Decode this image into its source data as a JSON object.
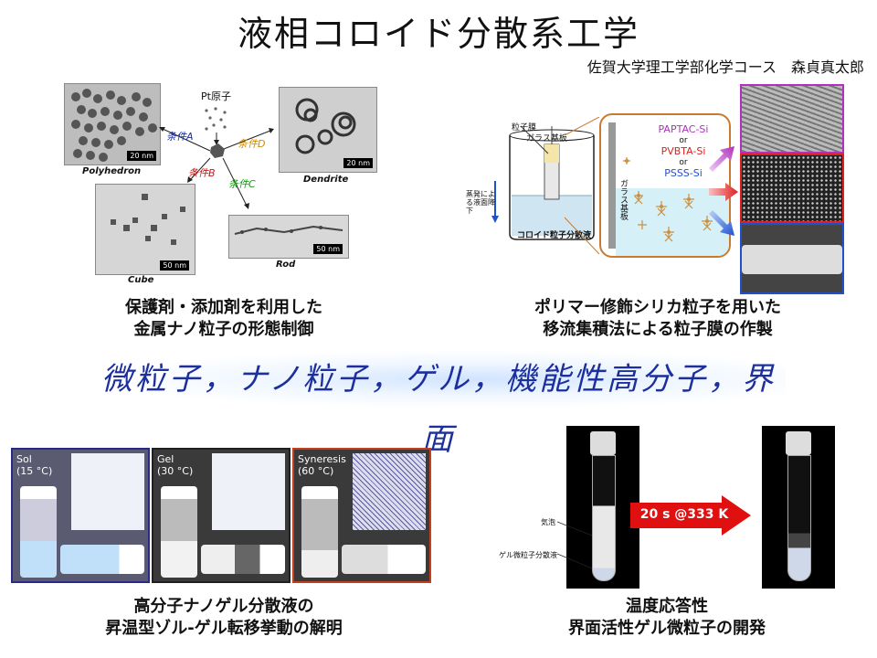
{
  "title": "液相コロイド分散系工学",
  "affiliation": "佐賀大学理工学部化学コース　森貞真太郎",
  "keywords": "微粒子，ナノ粒子，ゲル，機能性高分子，界面",
  "top_left": {
    "pt_label": "Pt原子",
    "conditions": {
      "A": "条件A",
      "B": "条件B",
      "C": "条件C",
      "D": "条件D"
    },
    "images": {
      "polyhedron": {
        "label": "Polyhedron",
        "scale": "20 nm"
      },
      "dendrite": {
        "label": "Dendrite",
        "scale": "20 nm"
      },
      "cube": {
        "label": "Cube",
        "scale": "50 nm"
      },
      "rod": {
        "label": "Rod",
        "scale": "50 nm"
      }
    },
    "caption_line1": "保護剤・添加剤を利用した",
    "caption_line2": "金属ナノ粒子の形態制御"
  },
  "top_right": {
    "film_label": "粒子膜",
    "substrate_label": "ガラス基板",
    "evap_label": "蒸発による液面降下",
    "dispersion_label": "コロイド粒子分散液",
    "vertical_label": "ガラス基板",
    "polymers": [
      "PAPTAC-Si",
      "or",
      "PVBTA-Si",
      "or",
      "PSSS-Si"
    ],
    "polymer_colors": [
      "#b030c0",
      "#000000",
      "#e02020",
      "#000000",
      "#2050d0"
    ],
    "caption_line1": "ポリマー修飾シリカ粒子を用いた",
    "caption_line2": "移流集積法による粒子膜の作製"
  },
  "bottom_left": {
    "panels": [
      {
        "name": "Sol",
        "temp": "(15 °C)",
        "border": "#2a2a8c"
      },
      {
        "name": "Gel",
        "temp": "(30 °C)",
        "border": "#202020"
      },
      {
        "name": "Syneresis",
        "temp": "(60 °C)",
        "border": "#c04020"
      }
    ],
    "caption_line1": "高分子ナノゲル分散液の",
    "caption_line2": "昇温型ゾル-ゲル転移挙動の解明"
  },
  "bottom_right": {
    "foam_label": "気泡",
    "dispersion_label": "ゲル微粒子分散液",
    "arrow_label": "20 s @333 K",
    "caption_line1": "温度応答性",
    "caption_line2": "界面活性ゲル微粒子の開発"
  }
}
